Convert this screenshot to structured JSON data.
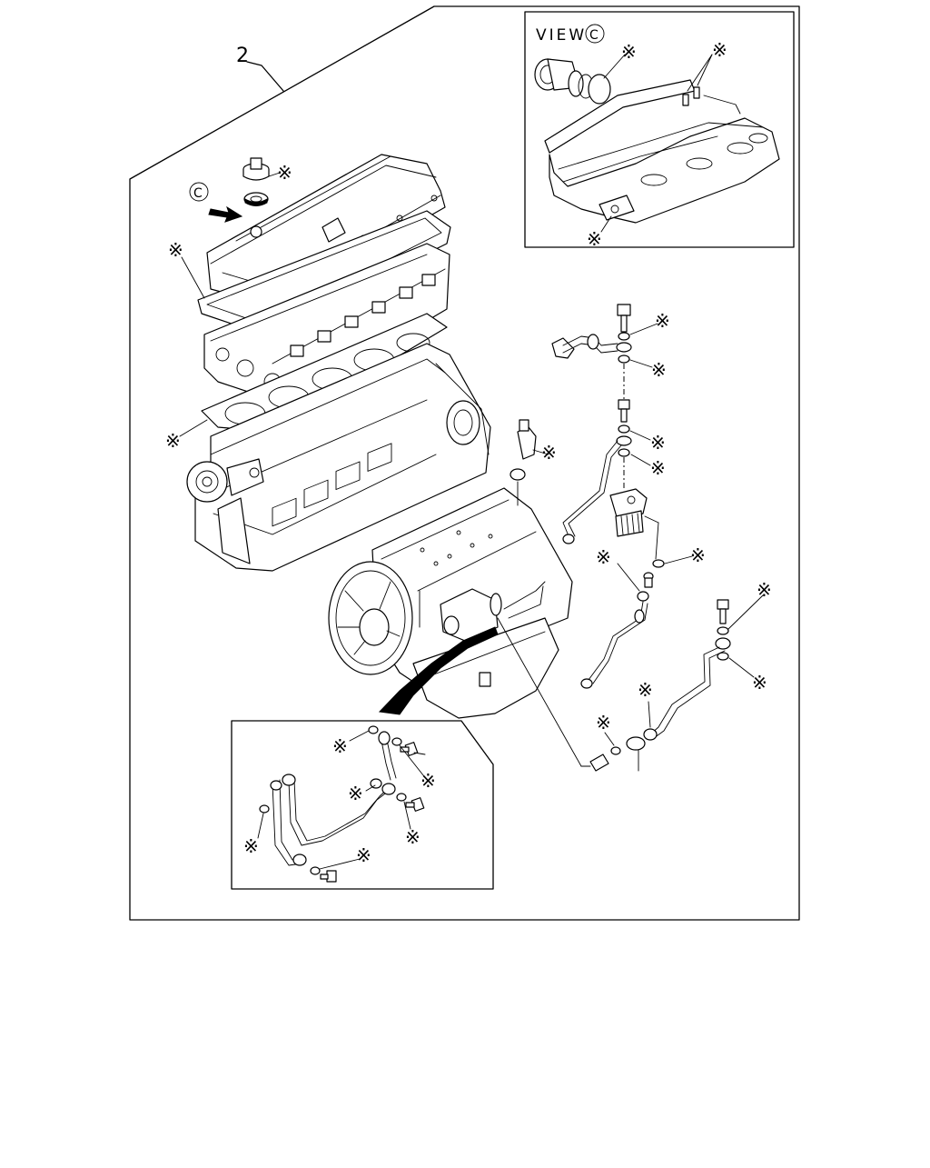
{
  "diagram": {
    "item_number": "2",
    "callout_symbol": "※",
    "view_label": "VIEW",
    "view_letter": "C",
    "arrow_letter": "C"
  },
  "colors": {
    "line": "#000000",
    "background": "#ffffff"
  }
}
